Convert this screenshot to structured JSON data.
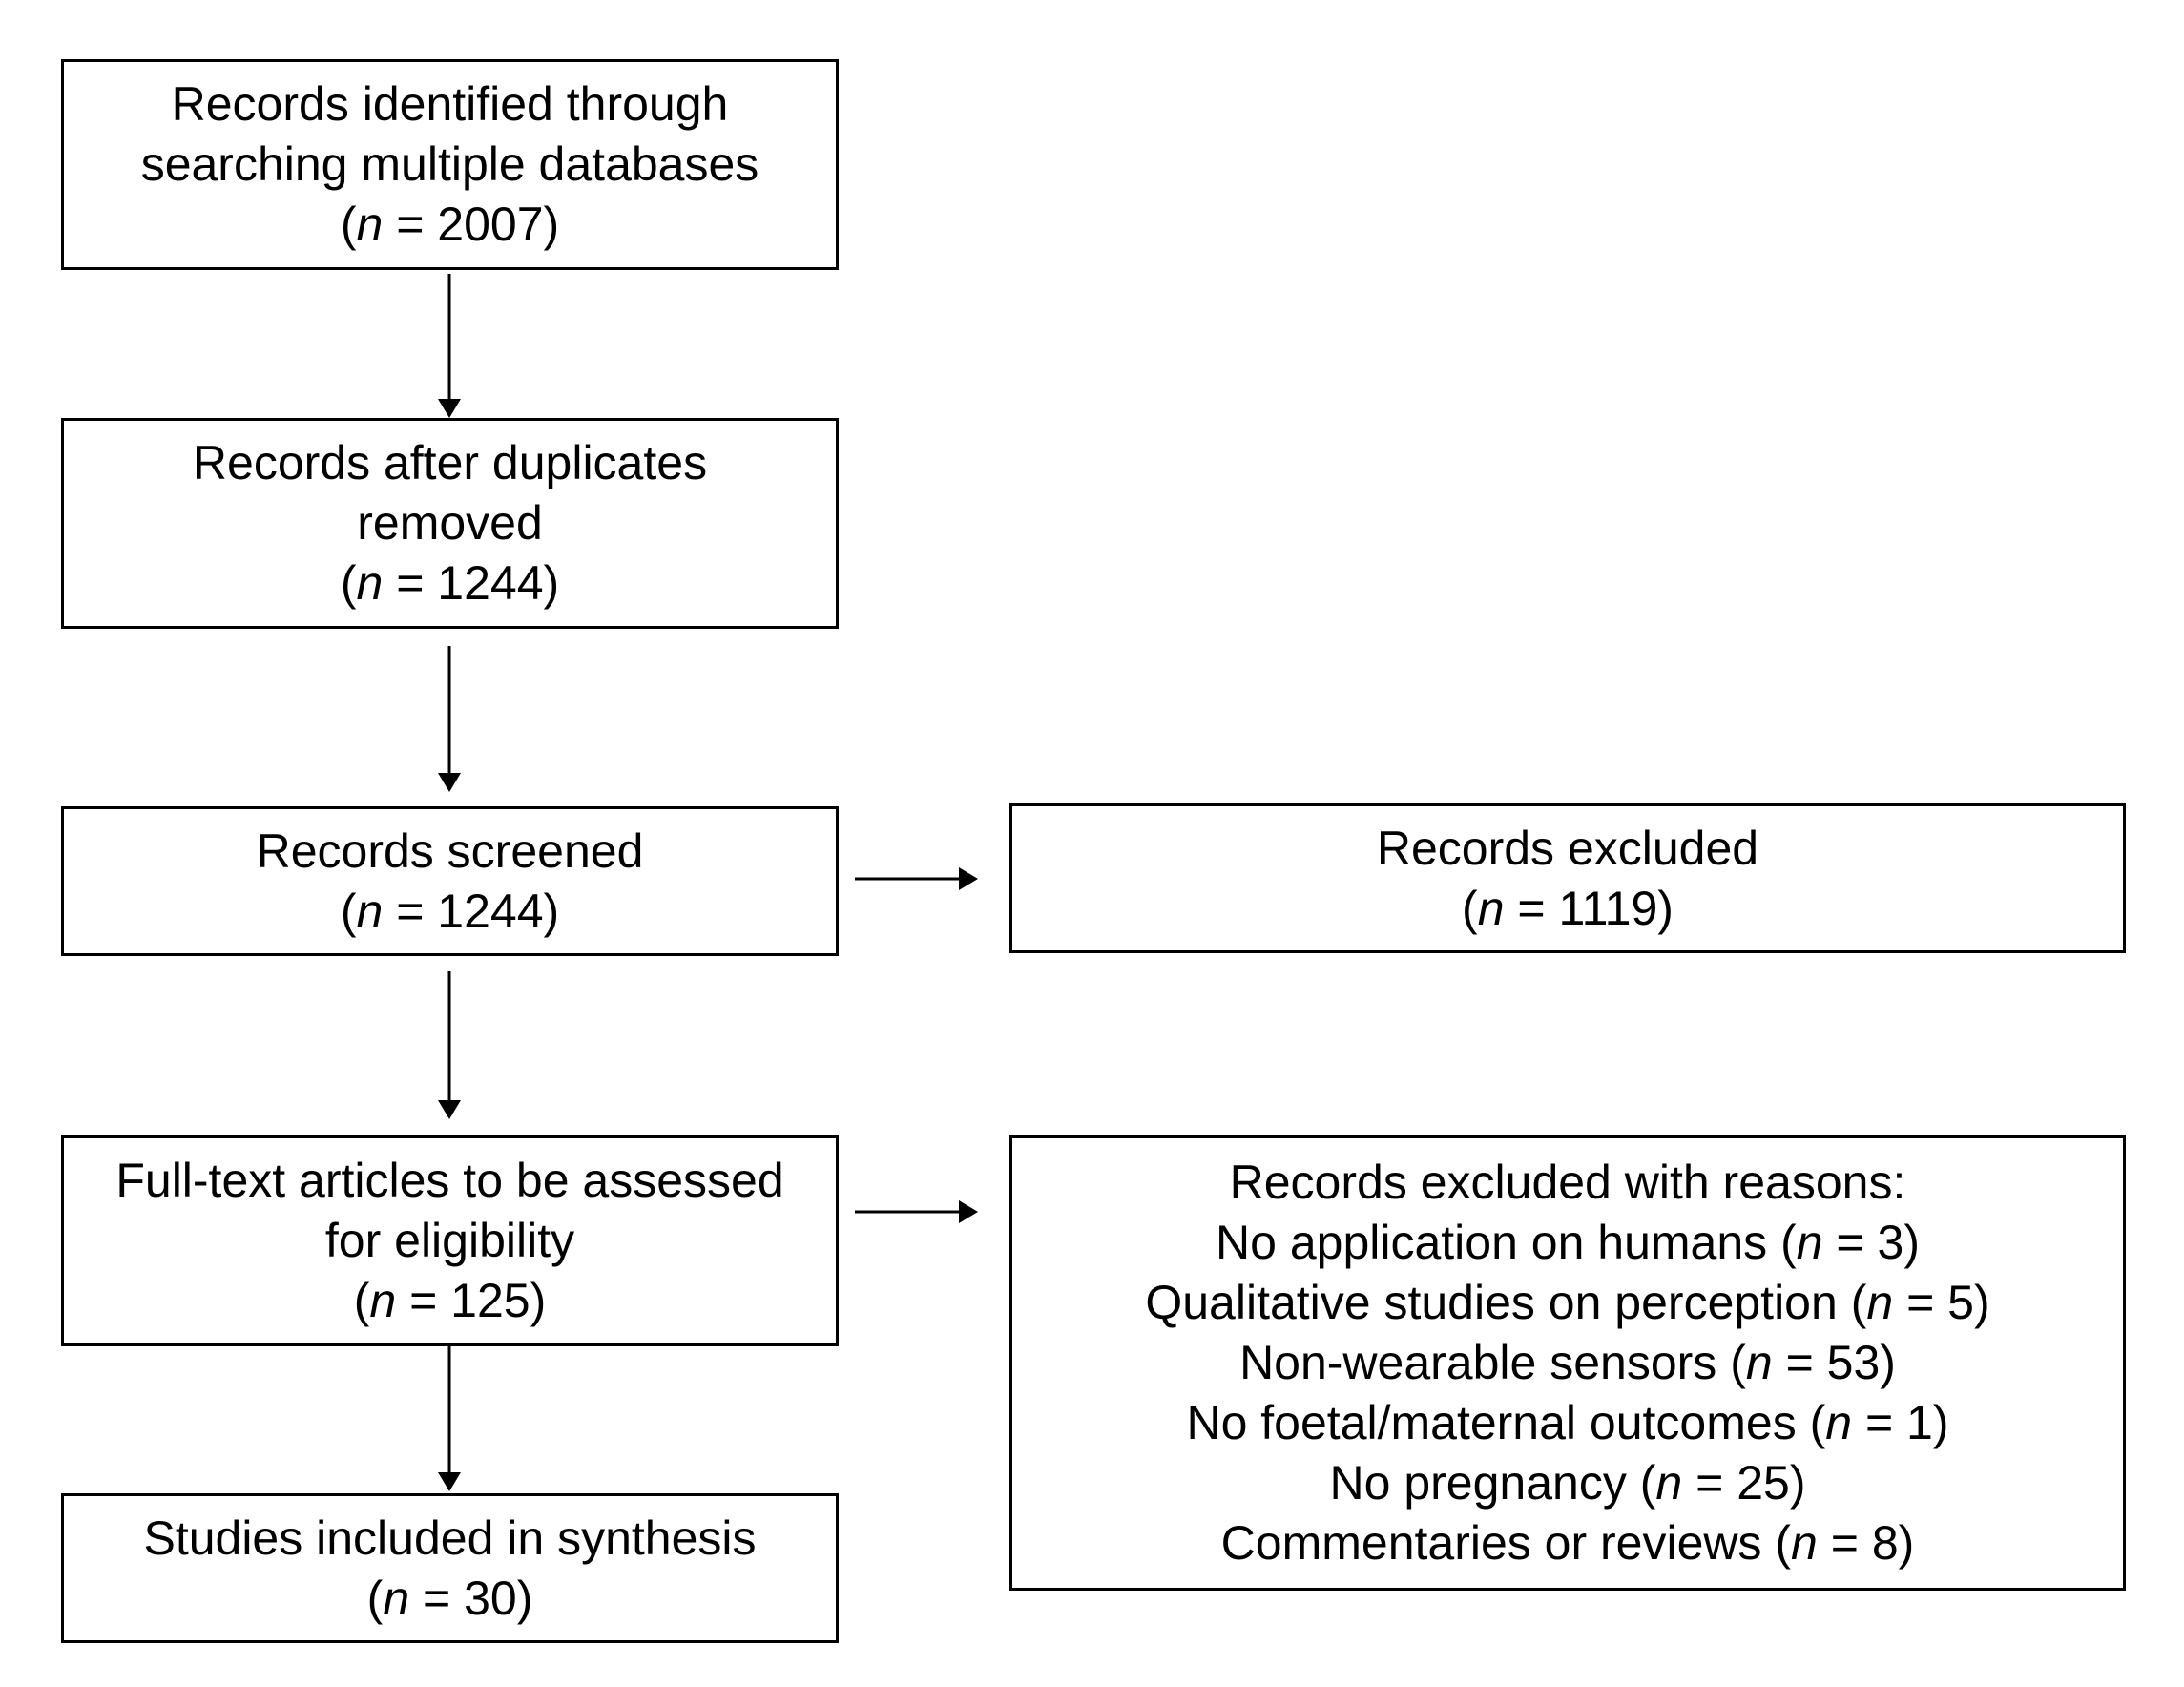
{
  "flowchart": {
    "identified": {
      "lines": [
        "Records identified through",
        "searching multiple databases"
      ],
      "n": "2007"
    },
    "duplicates_removed": {
      "lines": [
        "Records after duplicates",
        "removed"
      ],
      "n": "1244"
    },
    "screened": {
      "lines": [
        "Records screened"
      ],
      "n": "1244"
    },
    "excluded": {
      "lines": [
        "Records excluded"
      ],
      "n": "1119"
    },
    "full_text": {
      "lines": [
        "Full-text articles to be assessed",
        "for eligibility"
      ],
      "n": "125"
    },
    "excluded_with_reasons": {
      "heading": "Records excluded with reasons:",
      "reasons": [
        {
          "label": "No application on humans",
          "n": "3"
        },
        {
          "label": "Qualitative studies on perception",
          "n": "5"
        },
        {
          "label": "Non-wearable sensors",
          "n": "53"
        },
        {
          "label": "No foetal/maternal outcomes",
          "n": "1"
        },
        {
          "label": "No pregnancy",
          "n": "25"
        },
        {
          "label": "Commentaries or reviews",
          "n": "8"
        }
      ]
    },
    "included": {
      "lines": [
        "Studies included in synthesis"
      ],
      "n": "30"
    }
  },
  "symbols": {
    "n_symbol": "n",
    "equals": " = "
  },
  "colors": {
    "stroke": "#000000",
    "background": "#ffffff"
  }
}
